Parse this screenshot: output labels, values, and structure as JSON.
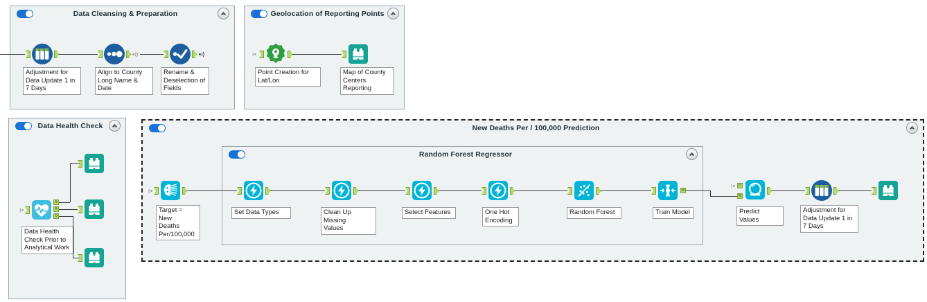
{
  "app": {
    "type": "alteryx-workflow-canvas",
    "colors": {
      "container_bg": "#eef2f3",
      "container_border": "#9aa6ab",
      "toggle_on": "#1a73d4",
      "anchor_green": "#b5d96a",
      "tool_blue_dark": "#1c5e9e",
      "tool_cyan": "#00b4d8",
      "tool_teal": "#15a394",
      "tool_green": "#2f9e41",
      "wire": "#3a3a3a"
    }
  },
  "containers": [
    {
      "id": "data-cleansing",
      "title": "Data Cleansing & Preparation",
      "enabled": true,
      "selected": false,
      "collapse_icon": "chevron-up-icon"
    },
    {
      "id": "geolocation",
      "title": "Geolocation of Reporting Points",
      "enabled": true,
      "selected": false,
      "collapse_icon": "chevron-up-icon"
    },
    {
      "id": "data-health-check",
      "title": "Data Health Check",
      "enabled": true,
      "selected": false,
      "collapse_icon": "chevron-up-icon"
    },
    {
      "id": "new-deaths-prediction",
      "title": "New Deaths Per / 100,000 Prediction",
      "enabled": true,
      "selected": true,
      "collapse_icon": "chevron-up-icon"
    },
    {
      "id": "random-forest-regressor",
      "title": "Random Forest Regressor",
      "enabled": true,
      "selected": false,
      "collapse_icon": "chevron-up-icon"
    }
  ],
  "tools": {
    "adjustment_1": {
      "label": "Adjustment for\nData Update 1 in\n7 Days",
      "icon": "formula-columns-icon"
    },
    "align_county": {
      "label": "Align to County\nLong Name &\nDate",
      "icon": "select-dots-icon"
    },
    "rename_fields": {
      "label": "Rename &\nDeselection of\nFields",
      "icon": "dynamic-rename-check-icon"
    },
    "point_creation": {
      "label": "Point Creation for\nLat/Lon",
      "icon": "map-pin-icon"
    },
    "map_county": {
      "label": "Map of County\nCenters\nReporting",
      "icon": "browse-binoculars-icon"
    },
    "data_health": {
      "label": "Data Health\nCheck Prior to\nAnalytical Work",
      "icon": "heart-pulse-icon"
    },
    "browse_s": {
      "label": "",
      "icon": "browse-binoculars-icon"
    },
    "browse_r": {
      "label": "",
      "icon": "browse-binoculars-icon"
    },
    "browse_o": {
      "label": "",
      "icon": "browse-binoculars-icon"
    },
    "target": {
      "label": "Target = New\nDeaths\nPer/100,000",
      "icon": "brain-icon"
    },
    "set_data_types": {
      "label": "Set Data Types",
      "icon": "bolt-circle-icon"
    },
    "clean_missing": {
      "label": "Clean Up Missing\nValues",
      "icon": "bolt-circle-icon"
    },
    "select_features": {
      "label": "Select Features",
      "icon": "bolt-circle-icon"
    },
    "one_hot": {
      "label": "One Hot\nEncoding",
      "icon": "bolt-circle-icon"
    },
    "random_forest": {
      "label": "Random Forest",
      "icon": "scatter-plot-icon"
    },
    "train_model": {
      "label": "Train Model",
      "icon": "train-model-icon"
    },
    "predict_values": {
      "label": "Predict Values",
      "icon": "crystal-ball-icon"
    },
    "adjustment_2": {
      "label": "Adjustment for\nData Update 1 in\n7 Days",
      "icon": "formula-columns-icon"
    },
    "browse_final": {
      "label": "",
      "icon": "browse-binoculars-icon"
    }
  },
  "anchor_labels": {
    "s": "S",
    "r": "R",
    "o": "O",
    "m": "M",
    "d": "D"
  }
}
